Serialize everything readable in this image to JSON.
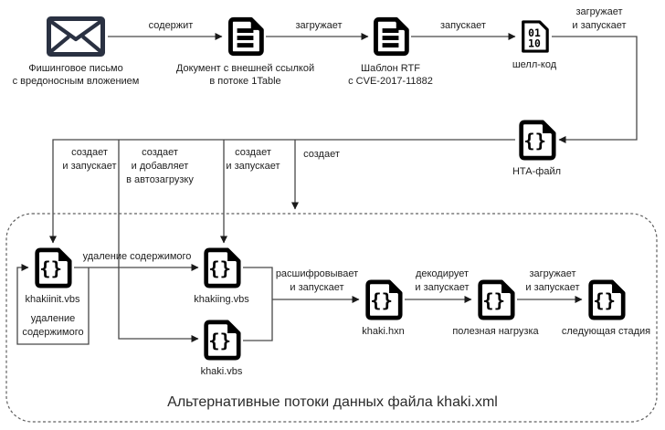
{
  "diagram": {
    "caption": "Альтернативные потоки данных файла khaki.xml",
    "nodes": {
      "phishing": {
        "label": "Фишинговое письмо\nс вредоносным вложением"
      },
      "extdoc": {
        "label": "Документ с внешней ссылкой\nв потоке 1Table"
      },
      "rtf": {
        "label": "Шаблон RTF\nс CVE-2017-11882"
      },
      "shellcode": {
        "label": "шелл-код"
      },
      "hta": {
        "label": "НТА-файл"
      },
      "khakiinit": {
        "label": "khakiinit.vbs"
      },
      "khakiing": {
        "label": "khakiing.vbs"
      },
      "khaki_vbs": {
        "label": "khaki.vbs"
      },
      "khaki_hxn": {
        "label": "khaki.hxn"
      },
      "payload": {
        "label": "полезная нагрузка"
      },
      "next_stage": {
        "label": "следующая стадия"
      }
    },
    "edges": {
      "contains": "содержит",
      "downloads": "загружает",
      "launches": "запускает",
      "downloads_and_launches_shellcode": "загружает\nи запускает",
      "creates_and_launches_1": "создает\nи запускает",
      "creates_and_adds_autostart": "создает\nи добавляет\nв автозагрузку",
      "creates_and_launches_2": "создает\nи запускает",
      "creates": "создает",
      "deletes_content_edge": "удаление содержимого",
      "deletes_content_loop": "удаление\nсодержимого",
      "decrypts_and_launches": "расшифровывает\nи запускает",
      "decodes_and_launches": "декодирует\nи запускает",
      "downloads_and_launches_next": "загружает\nи запускает"
    },
    "icons": {
      "braces_glyph": "{}",
      "binary_top": "01",
      "binary_bottom": "10"
    },
    "colors": {
      "icon_black": "#000000",
      "envelope_navy": "#2a3142",
      "line_gray": "#474747",
      "dashed_border": "#606060"
    }
  }
}
